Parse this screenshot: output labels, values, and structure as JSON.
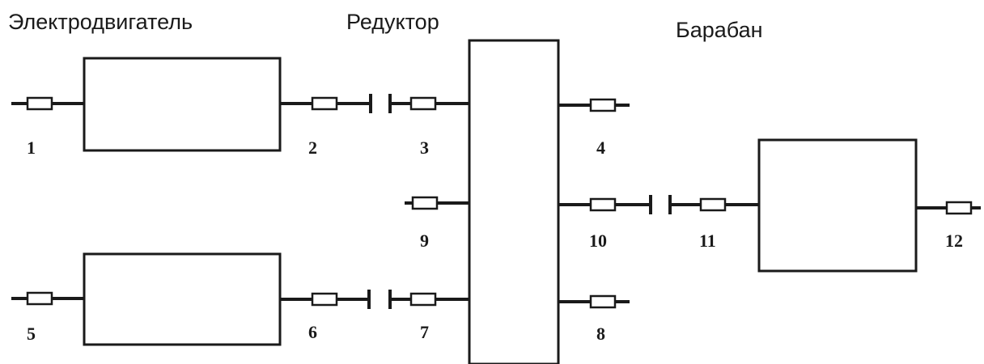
{
  "titles": {
    "motor": "Электродвигатель",
    "reducer": "Редуктор",
    "drum": "Барабан"
  },
  "points": [
    "1",
    "2",
    "3",
    "4",
    "5",
    "6",
    "7",
    "8",
    "9",
    "10",
    "11",
    "12"
  ]
}
